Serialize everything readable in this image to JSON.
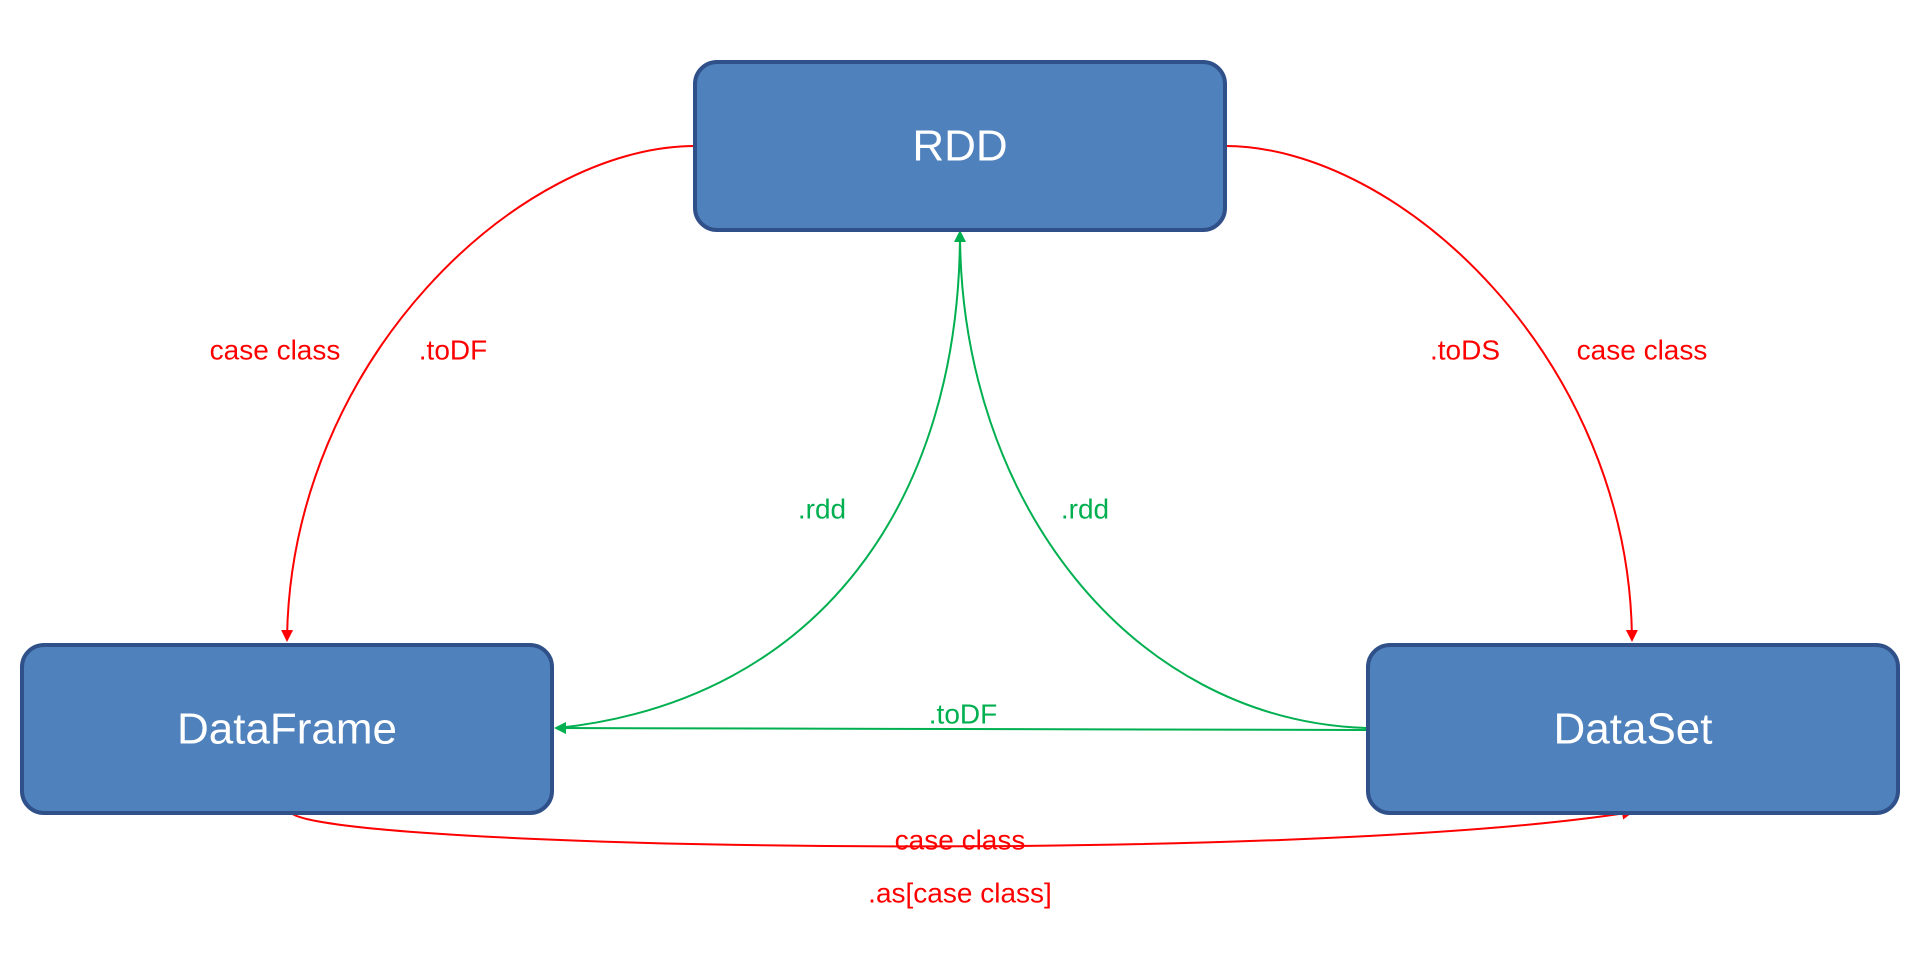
{
  "nodes": {
    "rdd": {
      "label": "RDD"
    },
    "dataframe": {
      "label": "DataFrame"
    },
    "dataset": {
      "label": "DataSet"
    }
  },
  "edges": {
    "rdd_to_dataframe": {
      "labels": [
        "case class",
        ".toDF"
      ],
      "color": "#ff0000"
    },
    "rdd_to_dataset": {
      "labels": [
        ".toDS",
        "case class"
      ],
      "color": "#ff0000"
    },
    "dataframe_to_rdd": {
      "label": ".rdd",
      "color": "#00b050"
    },
    "dataset_to_rdd": {
      "label": ".rdd",
      "color": "#00b050"
    },
    "dataset_to_dataframe": {
      "label": ".toDF",
      "color": "#00b050"
    },
    "dataframe_to_dataset": {
      "labels": [
        "case class",
        ".as[case class]"
      ],
      "color": "#ff0000"
    }
  },
  "colors": {
    "node_fill": "#4f81bd",
    "node_border": "#2f5089",
    "red": "#ff0000",
    "green": "#00b050"
  }
}
